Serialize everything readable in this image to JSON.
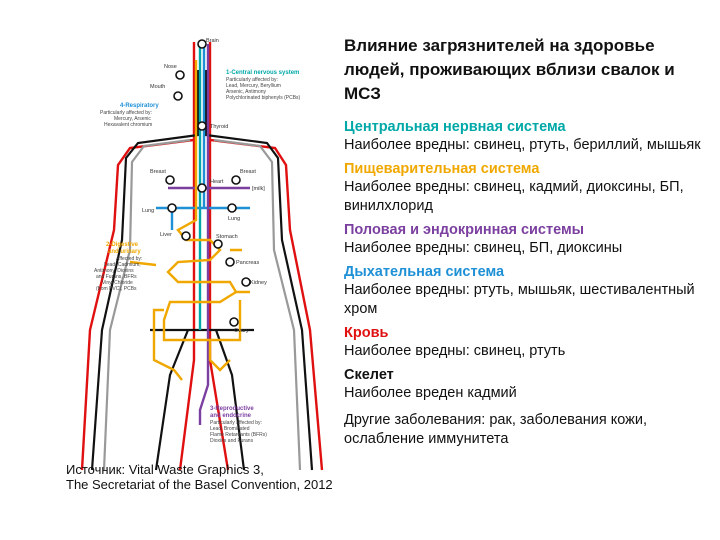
{
  "title": "Влияние загрязнителей на здоровье людей, проживающих вблизи свалок и МСЗ",
  "sections": [
    {
      "heading": "Центральная нервная система",
      "color": "#00a8a8",
      "body": "Наиболее вредны: свинец, ртуть, бериллий, мышьяк"
    },
    {
      "heading": "Пищеварительная система",
      "color": "#f0a800",
      "body": "Наиболее вредны: свинец, кадмий, диоксины, БП, винилхлорид"
    },
    {
      "heading": "Половая и эндокринная системы",
      "color": "#7b3fa0",
      "body": "Наиболее вредны: свинец, БП, диоксины"
    },
    {
      "heading": "Дыхательная система",
      "color": "#1e90d6",
      "body": "Наиболее вредны: ртуть, мышьяк, шестивалентный хром"
    },
    {
      "heading": "Кровь",
      "color": "#e01010",
      "body": "Наиболее вредны: свинец, ртуть"
    },
    {
      "heading": "Скелет",
      "color": "#111111",
      "body": "Наиболее вреден кадмий"
    }
  ],
  "other": "Другие заболевания: рак, заболевания кожи, ослабление иммунитета",
  "source": {
    "line1": "Источник: Vital Waste Graphics 3,",
    "line2": "The Secretariat of the Basel Convention, 2012"
  },
  "diagram": {
    "organs": {
      "brain": "Brain",
      "nose": "Nose",
      "mouth": "Mouth",
      "thyroid": "Thyroid",
      "breast_left": "Breast",
      "breast_right": "Breast",
      "heart": "Heart",
      "milk": "[milk]",
      "lung_left": "Lung",
      "lung_right": "Lung",
      "liver": "Liver",
      "stomach": "Stomach",
      "pancreas": "Pancreas",
      "kidney": "Kidney",
      "ovary": "Ovary"
    },
    "groups": {
      "cns": {
        "title": "1-Central nervous system",
        "lines": [
          "Particularly affected by:",
          "Lead, Mercury, Beryllium",
          "Arsenic, Antimony",
          "Polychlorinated biphenyls (PCBs)"
        ]
      },
      "respiratory": {
        "title": "4-Respiratory",
        "lines": [
          "Particularly affected by:",
          "Mercury, Arsenic",
          "Hexavalent chromium"
        ]
      },
      "digestive": {
        "title": "2-Digestive",
        "title2": "and urinary",
        "lines": [
          "Affected by:",
          "Lead, Cadmium,",
          "Antimony, Dioxins",
          "and Furans, BFRs",
          "Vinyl Chloride",
          "(from PVC), PCBs"
        ]
      },
      "reproductive": {
        "title": "3-Reproductive",
        "title2": "and endocrine",
        "lines": [
          "Particularly affected by:",
          "Lead, Brominated",
          "Flame Retardants (BFRs)",
          "Dioxins and Furans"
        ]
      }
    }
  }
}
